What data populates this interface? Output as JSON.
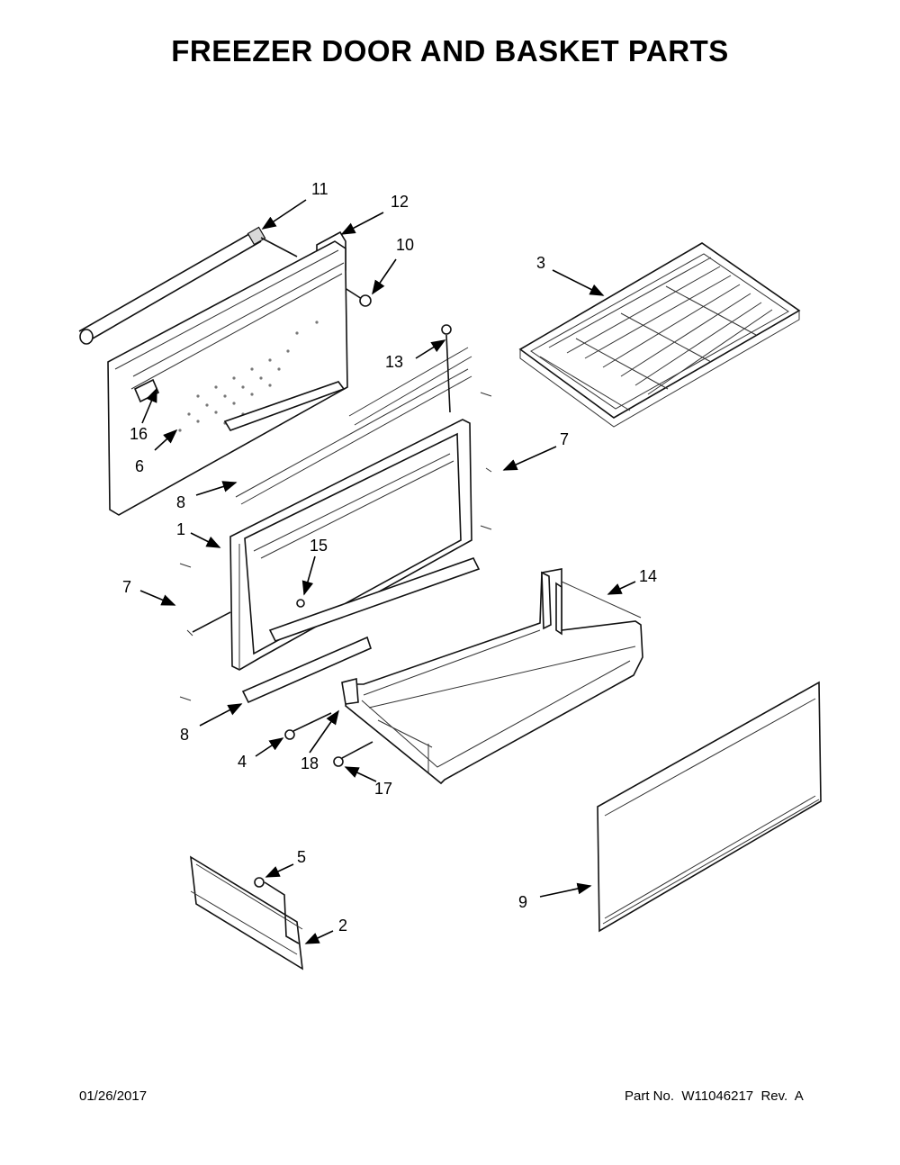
{
  "title": "FREEZER DOOR AND BASKET PARTS",
  "footer": {
    "date": "01/26/2017",
    "part_info": "Part No.  W11046217  Rev.  A"
  },
  "callouts": [
    {
      "id": "c11",
      "label": "11"
    },
    {
      "id": "c12",
      "label": "12"
    },
    {
      "id": "c10",
      "label": "10"
    },
    {
      "id": "c3",
      "label": "3"
    },
    {
      "id": "c13",
      "label": "13"
    },
    {
      "id": "c16",
      "label": "16"
    },
    {
      "id": "c6",
      "label": "6"
    },
    {
      "id": "c7a",
      "label": "7"
    },
    {
      "id": "c8a",
      "label": "8"
    },
    {
      "id": "c1",
      "label": "1"
    },
    {
      "id": "c15",
      "label": "15"
    },
    {
      "id": "c14",
      "label": "14"
    },
    {
      "id": "c7b",
      "label": "7"
    },
    {
      "id": "c8b",
      "label": "8"
    },
    {
      "id": "c4",
      "label": "4"
    },
    {
      "id": "c18",
      "label": "18"
    },
    {
      "id": "c17",
      "label": "17"
    },
    {
      "id": "c5",
      "label": "5"
    },
    {
      "id": "c2",
      "label": "2"
    },
    {
      "id": "c9",
      "label": "9"
    }
  ]
}
